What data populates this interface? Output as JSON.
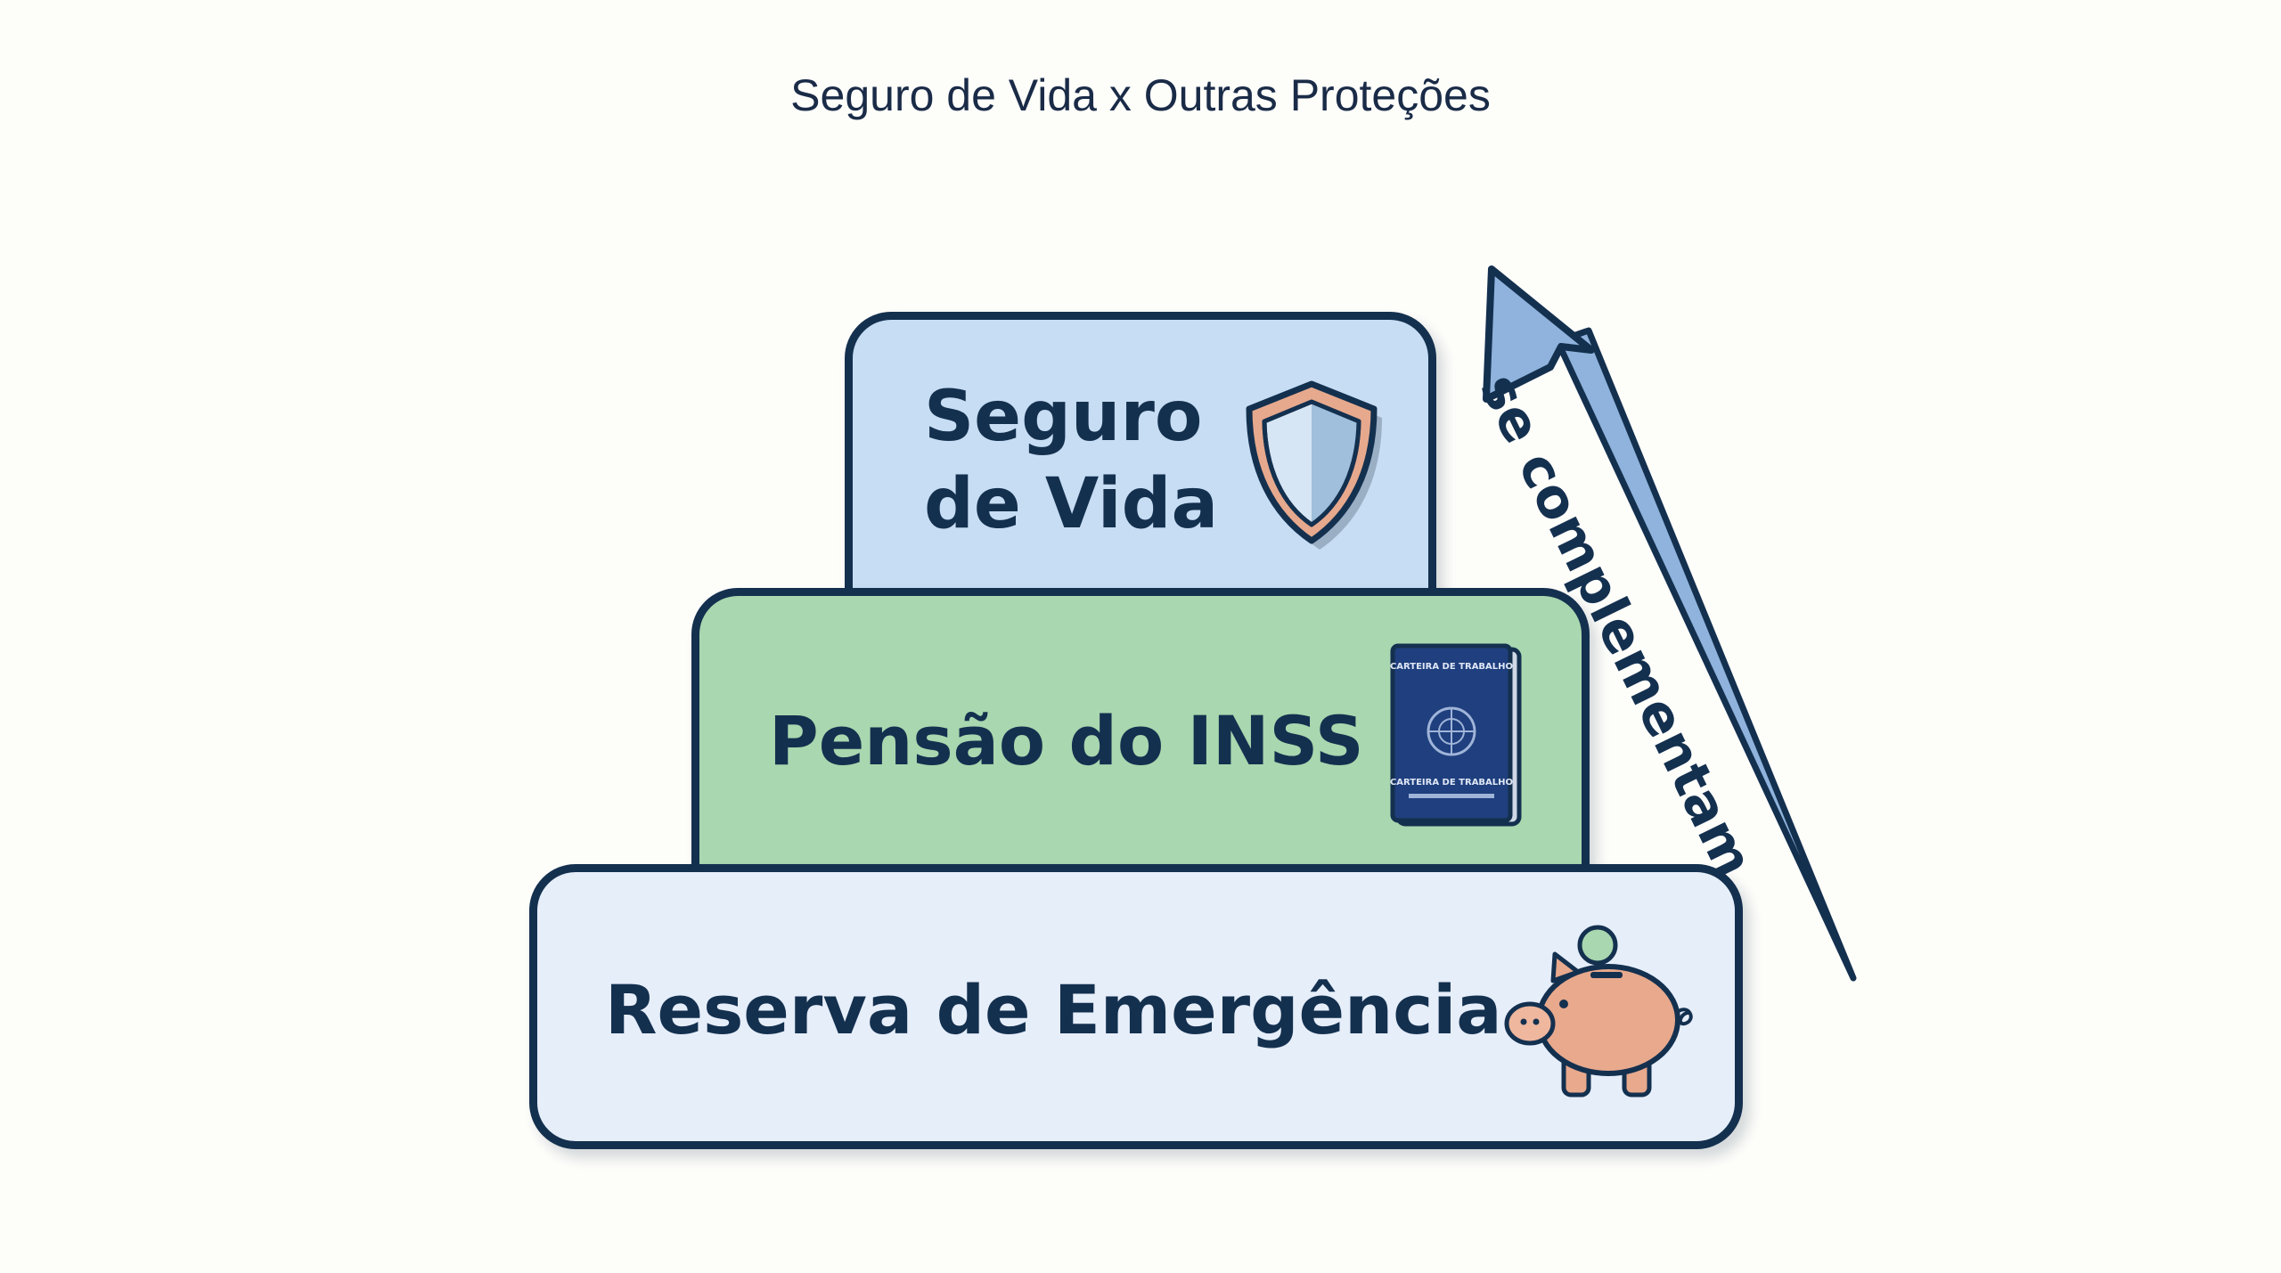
{
  "title": "Seguro de Vida x Outras Proteções",
  "tiers": {
    "top": {
      "line1": "Seguro",
      "line2": "de Vida",
      "icon": "shield-icon"
    },
    "middle": {
      "label": "Pensão do INSS",
      "icon": "work-card-icon"
    },
    "bottom": {
      "label": "Reserva de Emergência",
      "icon": "piggy-bank-icon"
    }
  },
  "work_card": {
    "top_text": "CARTEIRA DE TRABALHO",
    "bottom_text": "CARTEIRA DE TRABALHO"
  },
  "arrow": {
    "label": "se complementam"
  },
  "colors": {
    "top_tier": "#c7ddf3",
    "middle_tier": "#a9d7af",
    "bottom_tier": "#e6eefa",
    "outline": "#14304f",
    "arrow_fill": "#8fb3dc"
  }
}
